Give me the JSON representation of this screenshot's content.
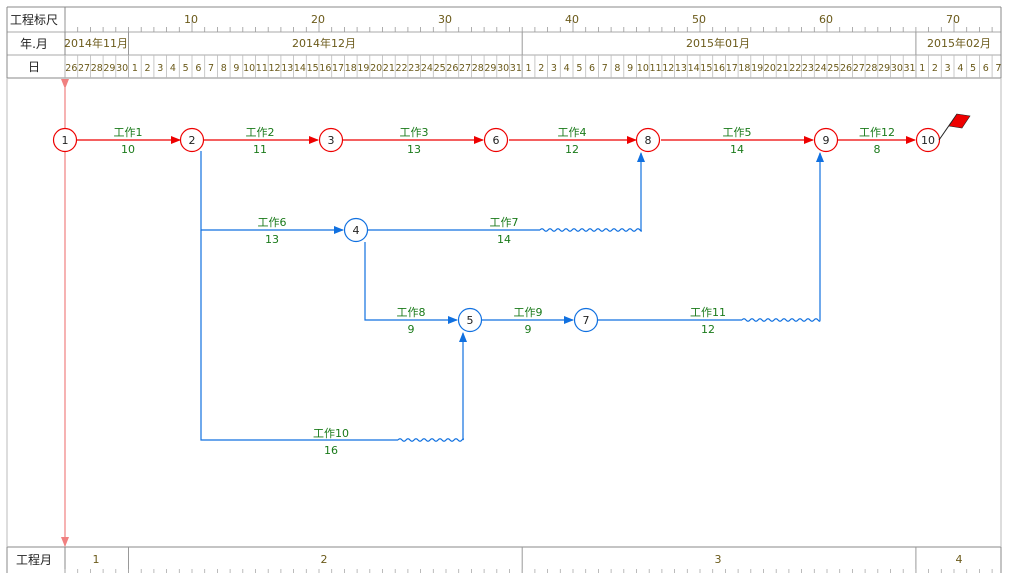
{
  "header": {
    "scale_label": "工程标尺",
    "month_label": "年.月",
    "day_label": "日",
    "scale_ticks": [
      "10",
      "20",
      "30",
      "40",
      "50",
      "60",
      "70"
    ],
    "months": [
      "2014年11月",
      "2014年12月",
      "2015年01月",
      "2015年02月"
    ],
    "days_nov": [
      "26",
      "27",
      "28",
      "29",
      "30"
    ],
    "days_feb": [
      "1",
      "2",
      "3",
      "4",
      "5",
      "6",
      "7"
    ]
  },
  "footer": {
    "label": "工程月",
    "months": [
      "1",
      "2",
      "3",
      "4"
    ]
  },
  "colors": {
    "critical": "#ee0000",
    "noncritical": "#1070e0",
    "label_text": "#1a7a1a",
    "header_text": "#6b5a1a",
    "grid": "#bbbbbb",
    "timeline": "#f08080",
    "flag": "#ee0000"
  },
  "nodes": [
    {
      "id": "1",
      "critical": true
    },
    {
      "id": "2",
      "critical": true
    },
    {
      "id": "3",
      "critical": true
    },
    {
      "id": "6",
      "critical": true
    },
    {
      "id": "8",
      "critical": true
    },
    {
      "id": "9",
      "critical": true
    },
    {
      "id": "10",
      "critical": true
    },
    {
      "id": "4",
      "critical": false
    },
    {
      "id": "5",
      "critical": false
    },
    {
      "id": "7",
      "critical": false
    }
  ],
  "activities": [
    {
      "name": "工作1",
      "duration": "10",
      "from": "1",
      "to": "2",
      "critical": true
    },
    {
      "name": "工作2",
      "duration": "11",
      "from": "2",
      "to": "3",
      "critical": true
    },
    {
      "name": "工作3",
      "duration": "13",
      "from": "3",
      "to": "6",
      "critical": true
    },
    {
      "name": "工作4",
      "duration": "12",
      "from": "6",
      "to": "8",
      "critical": true
    },
    {
      "name": "工作5",
      "duration": "14",
      "from": "8",
      "to": "9",
      "critical": true
    },
    {
      "name": "工作12",
      "duration": "8",
      "from": "9",
      "to": "10",
      "critical": true
    },
    {
      "name": "工作6",
      "duration": "13",
      "from": "2",
      "to": "4",
      "critical": false
    },
    {
      "name": "工作7",
      "duration": "14",
      "from": "4",
      "to": "8",
      "critical": false
    },
    {
      "name": "工作8",
      "duration": "9",
      "from": "4",
      "to": "5",
      "critical": false
    },
    {
      "name": "工作9",
      "duration": "9",
      "from": "5",
      "to": "7",
      "critical": false
    },
    {
      "name": "工作11",
      "duration": "12",
      "from": "7",
      "to": "9",
      "critical": false
    },
    {
      "name": "工作10",
      "duration": "16",
      "from": "2",
      "to": "5",
      "critical": false
    }
  ]
}
